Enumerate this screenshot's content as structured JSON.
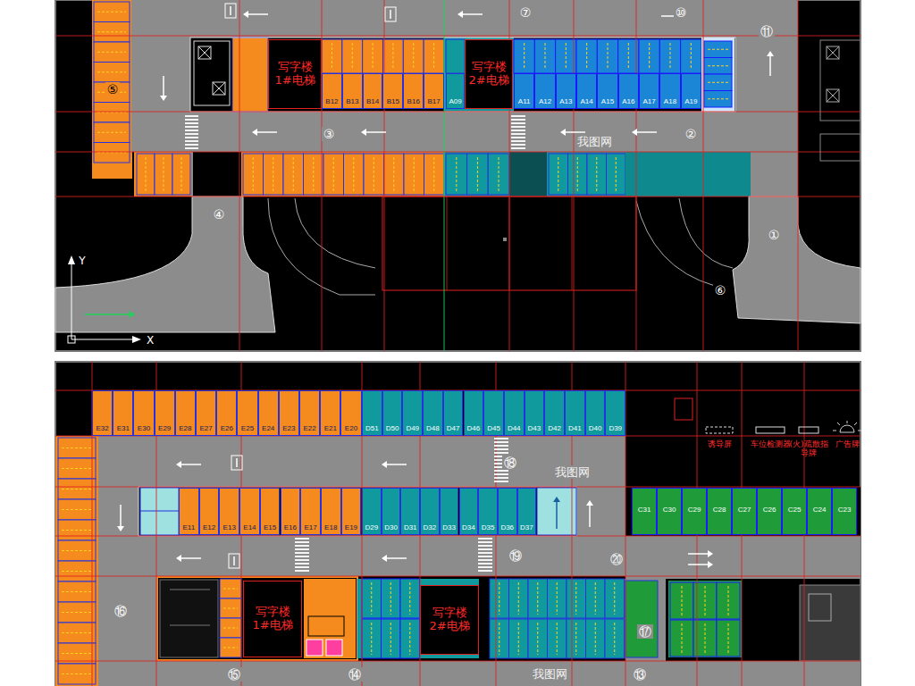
{
  "diagram": {
    "nodes": [
      {
        "text": [
          "写字楼 1#电梯"
        ]
      },
      {
        "text": [
          "B12"
        ]
      },
      {
        "text": [
          "B13"
        ]
      },
      {
        "text": [
          "B14"
        ]
      },
      {
        "text": [
          "B15"
        ]
      },
      {
        "text": [
          "B16"
        ]
      },
      {
        "text": [
          "B17"
        ]
      },
      {
        "text": [
          "写字楼 2#电梯"
        ]
      },
      {
        "text": [
          "A09"
        ]
      },
      {
        "text": [
          "A11"
        ]
      },
      {
        "text": [
          "A12"
        ]
      },
      {
        "text": [
          "A13"
        ]
      },
      {
        "text": [
          "A14"
        ]
      },
      {
        "text": [
          "A15"
        ]
      },
      {
        "text": [
          "A16"
        ]
      },
      {
        "text": [
          "A17"
        ]
      },
      {
        "text": [
          "A18"
        ]
      },
      {
        "text": [
          "A19"
        ]
      },
      {
        "text": [
          "E32"
        ]
      },
      {
        "text": [
          "E31"
        ]
      },
      {
        "text": [
          "E30"
        ]
      },
      {
        "text": [
          "E29"
        ]
      },
      {
        "text": [
          "E28"
        ]
      },
      {
        "text": [
          "E27"
        ]
      },
      {
        "text": [
          "E26"
        ]
      },
      {
        "text": [
          "E25"
        ]
      },
      {
        "text": [
          "E24"
        ]
      },
      {
        "text": [
          "E23"
        ]
      },
      {
        "text": [
          "E22"
        ]
      },
      {
        "text": [
          "E21"
        ]
      },
      {
        "text": [
          "E20"
        ]
      },
      {
        "text": [
          "D51"
        ]
      },
      {
        "text": [
          "D50"
        ]
      },
      {
        "text": [
          "D49"
        ]
      },
      {
        "text": [
          "D48"
        ]
      },
      {
        "text": [
          "D47"
        ]
      },
      {
        "text": [
          "D46"
        ]
      },
      {
        "text": [
          "D45"
        ]
      },
      {
        "text": [
          "D44"
        ]
      },
      {
        "text": [
          "D43"
        ]
      },
      {
        "text": [
          "D42"
        ]
      },
      {
        "text": [
          "D41"
        ]
      },
      {
        "text": [
          "D40"
        ]
      },
      {
        "text": [
          "D39"
        ]
      },
      {
        "text": [
          "E11"
        ]
      },
      {
        "text": [
          "E12"
        ]
      },
      {
        "text": [
          "E13"
        ]
      },
      {
        "text": [
          "E14"
        ]
      },
      {
        "text": [
          "E15"
        ]
      },
      {
        "text": [
          "E16"
        ]
      },
      {
        "text": [
          "E17"
        ]
      },
      {
        "text": [
          "E18"
        ]
      },
      {
        "text": [
          "E19"
        ]
      },
      {
        "text": [
          "D29"
        ]
      },
      {
        "text": [
          "D30"
        ]
      },
      {
        "text": [
          "D31"
        ]
      },
      {
        "text": [
          "D32"
        ]
      },
      {
        "text": [
          "D33"
        ]
      },
      {
        "text": [
          "D34"
        ]
      },
      {
        "text": [
          "D35"
        ]
      },
      {
        "text": [
          "D36"
        ]
      },
      {
        "text": [
          "D37"
        ]
      },
      {
        "text": [
          "C31"
        ]
      },
      {
        "text": [
          "C30"
        ]
      },
      {
        "text": [
          "C29"
        ]
      },
      {
        "text": [
          "C28"
        ]
      },
      {
        "text": [
          "C27"
        ]
      },
      {
        "text": [
          "C26"
        ]
      },
      {
        "text": [
          "C25"
        ]
      },
      {
        "text": [
          "C24"
        ]
      },
      {
        "text": [
          "C23"
        ]
      },
      {
        "text": [
          "写字楼 1#电梯"
        ]
      },
      {
        "text": [
          "写字楼 2#电梯"
        ]
      }
    ],
    "labels": [
      "⑦",
      "⑩",
      "⑪",
      "⑤",
      "③",
      "②",
      "④",
      "①",
      "⑥",
      "Y",
      "X",
      "⑱",
      "⑲",
      "⑳",
      "⑯",
      "⑰",
      "⑮",
      "⑭",
      "⑬",
      "我图网",
      "我图网",
      "我图网"
    ],
    "legend": [
      {
        "text": "诱导屏"
      },
      {
        "text": "车位检测器"
      },
      {
        "text": "(火)疏散指导牌"
      },
      {
        "text": "广告牌"
      }
    ]
  }
}
